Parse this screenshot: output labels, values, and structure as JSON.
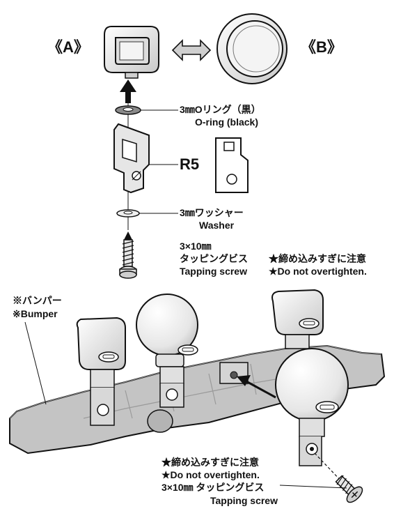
{
  "labels": {
    "part_a": "《A》",
    "part_b": "《B》",
    "oring_jp": "3㎜Oリング（黒）",
    "oring_en": "O-ring (black)",
    "r5": "R5",
    "washer_jp": "3㎜ワッシャー",
    "washer_en": "Washer",
    "screw_size": "3×10㎜",
    "screw_jp": "タッピングビス",
    "screw_en": "Tapping screw",
    "warn_jp_top": "★締め込みすぎに注意",
    "warn_en_top": "★Do not overtighten.",
    "bumper_jp": "※バンパー",
    "bumper_en": "※Bumper",
    "warn_jp_bottom": "★締め込みすぎに注意",
    "warn_en_bottom": "★Do not overtighten.",
    "screw_bottom_jp": "3×10㎜ タッピングビス",
    "screw_bottom_en": "Tapping screw"
  },
  "colors": {
    "line": "#111111",
    "part_light": "#f2f2f2",
    "part_mid": "#cfcfcf",
    "bumper": "#bdbdbd",
    "bumper_dark": "#9a9a9a",
    "oring": "#8a8a8a"
  }
}
